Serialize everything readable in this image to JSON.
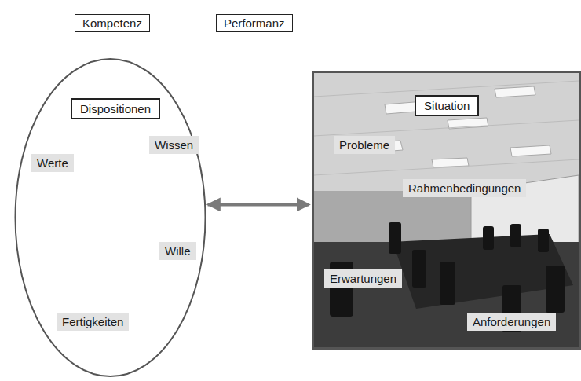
{
  "diagram": {
    "nodes": [
      {
        "text": [
          "Kompetenz"
        ]
      },
      {
        "text": [
          "Performanz"
        ]
      },
      {
        "text": [
          "Dispositionen"
        ]
      },
      {
        "text": [
          "Wissen"
        ],
        "in": 2
      },
      {
        "text": [
          "Werte"
        ],
        "in": 2
      },
      {
        "text": [
          "Wille"
        ],
        "in": 2
      },
      {
        "text": [
          "Fertigkeiten"
        ],
        "in": 2
      },
      {
        "text": [
          "Situation"
        ]
      },
      {
        "text": [
          "Probleme"
        ],
        "in": 7
      },
      {
        "text": [
          "Rahmenbedingungen"
        ],
        "in": 7
      },
      {
        "text": [
          "Erwartungen"
        ],
        "in": 7
      },
      {
        "text": [
          "Anforderungen"
        ],
        "in": 7
      }
    ],
    "edges": [
      {
        "from": 2,
        "to": 7,
        "arrow": "both"
      }
    ]
  }
}
